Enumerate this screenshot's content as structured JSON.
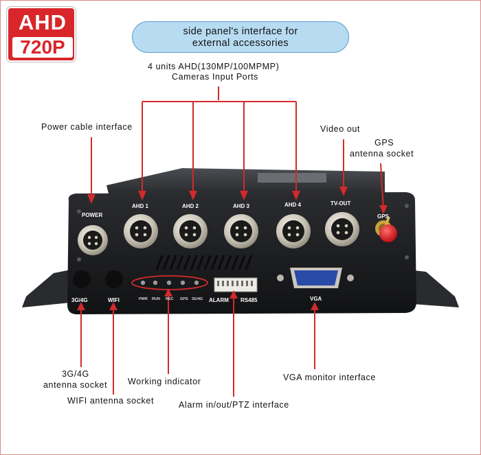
{
  "badge": {
    "top": "AHD",
    "bottom": "720P"
  },
  "banner": {
    "line1": "side panel's interface for",
    "line2": "external accessories"
  },
  "callouts": {
    "ahd_line1": "4 units AHD(130MP/100MPMP)",
    "ahd_line2": "Cameras Input Ports",
    "power": "Power cable interface",
    "video_out": "Video out",
    "gps_line1": "GPS",
    "gps_line2": "antenna socket",
    "g3_line1": "3G/4G",
    "g3_line2": "antenna socket",
    "wifi": "WIFI antenna socket",
    "indicator": "Working indicator",
    "alarm": "Alarm in/out/PTZ interface",
    "vga": "VGA monitor interface"
  },
  "panel": {
    "power": "POWER",
    "ahd1": "AHD 1",
    "ahd2": "AHD 2",
    "ahd3": "AHD 3",
    "ahd4": "AHD 4",
    "tvout": "TV-OUT",
    "gps": "GPS",
    "g3": "3G/4G",
    "wifi": "WIFI",
    "alarm": "ALARM",
    "rs485": "RS485",
    "vga": "VGA",
    "leds": [
      "PWR",
      "RUN",
      "REC",
      "GPS",
      "3G/4G"
    ]
  },
  "colors": {
    "accent": "#d8262b",
    "line": "#d12a2a",
    "banner": "#b7dcf2",
    "device": "#1b1c1e"
  }
}
